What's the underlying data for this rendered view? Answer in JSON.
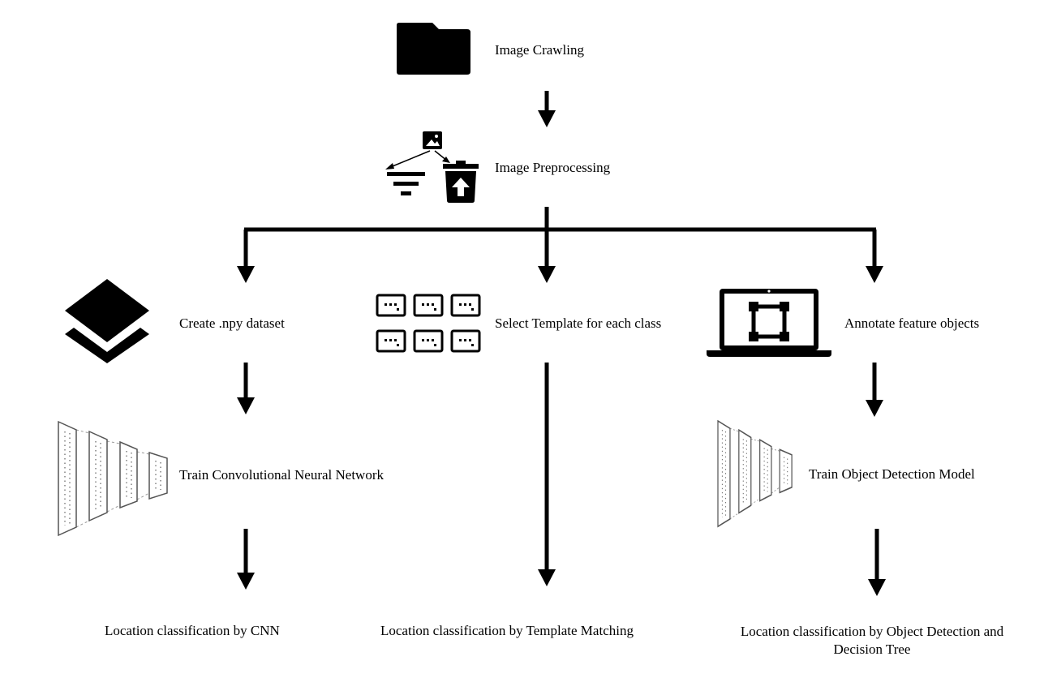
{
  "steps": {
    "crawl": {
      "label": "Image Crawling",
      "icon": "folder-icon"
    },
    "preprocess": {
      "label": "Image Preprocessing",
      "icon": "preprocess-icon"
    },
    "npy": {
      "label": "Create .npy dataset",
      "icon": "layers-icon"
    },
    "template": {
      "label": "Select Template for each class",
      "icon": "template-grid-icon"
    },
    "annotate": {
      "label": "Annotate feature objects",
      "icon": "laptop-annotate-icon"
    },
    "cnn": {
      "label": "Train Convolutional Neural Network",
      "icon": "neural-network-icon"
    },
    "objdet": {
      "label": "Train Object Detection Model",
      "icon": "neural-network-icon"
    }
  },
  "results": {
    "cnn": "Location classification by CNN",
    "template": "Location classification by Template Matching",
    "objdet": "Location classification by Object Detection and Decision Tree"
  },
  "colors": {
    "ink": "#000000",
    "background": "#ffffff",
    "network_stroke": "#555555"
  }
}
